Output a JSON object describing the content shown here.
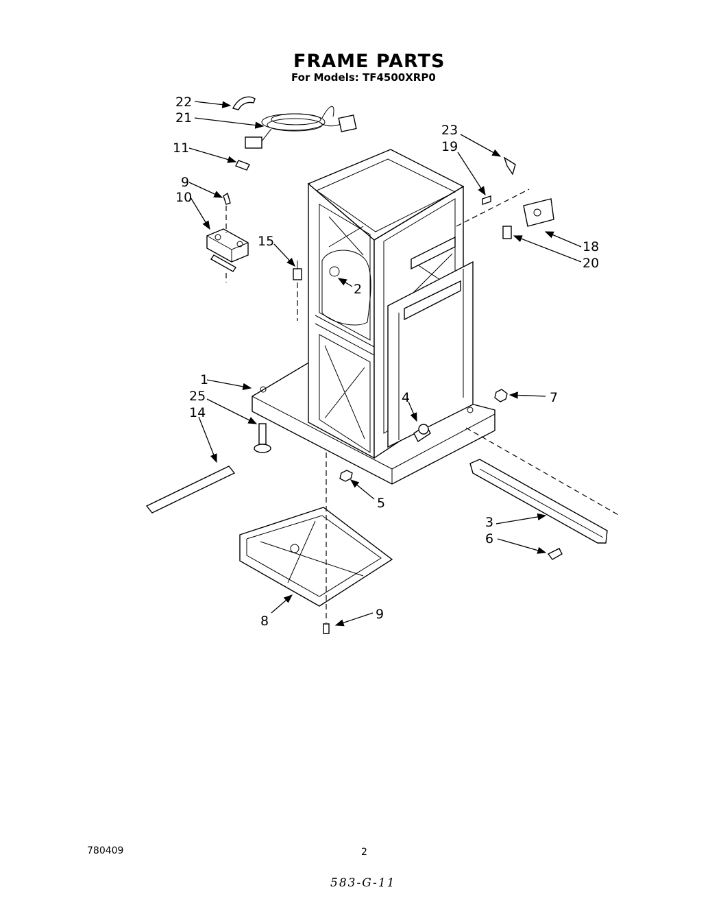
{
  "header": {
    "title": "FRAME PARTS",
    "subtitle": "For Models:  TF4500XRP0"
  },
  "footer": {
    "doc_number": "780409",
    "page_number": "2",
    "handwritten_note": "583-G-11"
  },
  "callouts": {
    "c1": "1",
    "c2": "2",
    "c3": "3",
    "c4": "4",
    "c5": "5",
    "c6": "6",
    "c7": "7",
    "c8": "8",
    "c9_top": "9",
    "c9_bottom": "9",
    "c10": "10",
    "c11": "11",
    "c14": "14",
    "c15": "15",
    "c18": "18",
    "c19": "19",
    "c20": "20",
    "c21": "21",
    "c22": "22",
    "c23": "23",
    "c25": "25"
  }
}
